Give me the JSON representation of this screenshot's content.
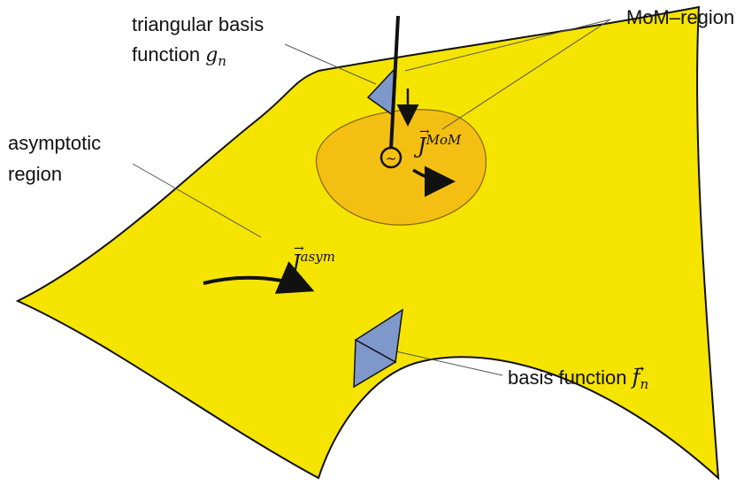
{
  "colors": {
    "surface": "#f5e400",
    "surface_stroke": "#111111",
    "mom_region_fill": "#f4bf13",
    "basis_fill": "#7f98cc",
    "leader_line": "#555555",
    "arrow": "#111111"
  },
  "labels": {
    "triangular_basis_line1": "triangular basis",
    "triangular_basis_line2": "function",
    "triangular_basis_symbol": "g",
    "triangular_basis_subscript": "n",
    "mom_region": "MoM–region",
    "asymptotic_line1": "asymptotic",
    "asymptotic_line2": "region",
    "basis_function_text": "basis function",
    "basis_function_symbol": "f",
    "basis_function_subscript": "n",
    "j_mom_symbol": "J",
    "j_mom_superscript": "MoM",
    "j_asym_symbol": "J",
    "j_asym_superscript": "asym",
    "source_symbol": "~"
  }
}
